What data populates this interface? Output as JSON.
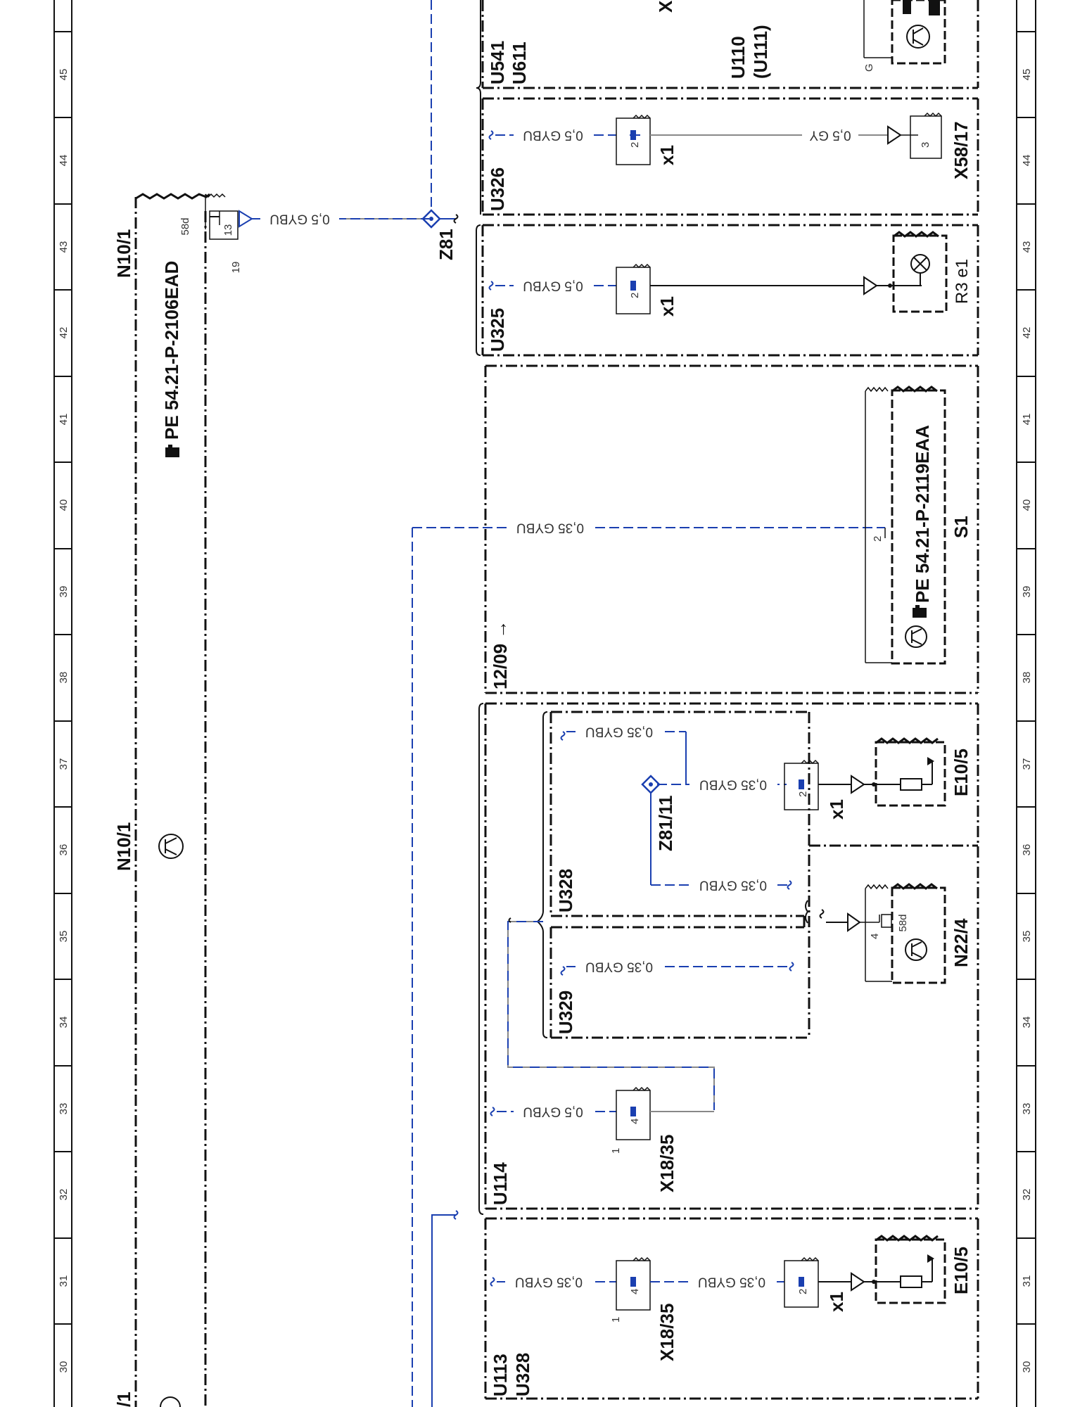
{
  "ruler": [
    "45",
    "44",
    "43",
    "42",
    "41",
    "40",
    "39",
    "38",
    "37",
    "36",
    "35",
    "34",
    "33",
    "32",
    "31",
    "30"
  ],
  "modules": {
    "n10_1_top": "N10/1",
    "n10_1_top_ref": "PE  54.21-P-2106EAD",
    "n10_1_mid": "N10/1",
    "n10_1_bottom": "/1",
    "s1": "S1",
    "s1_ref": "PE  54.21-P-2119EAA",
    "r3e1": "R3 e1",
    "x58_17": "X58/17",
    "e10_5_a": "E10/5",
    "e10_5_b": "E10/5",
    "n22_4": "N22/4",
    "z81": "Z81",
    "z81_11": "Z81/11"
  },
  "connectors": {
    "x1_a": "x1",
    "x1_b": "x1",
    "x1_c": "x1",
    "x1_d": "x1",
    "x18_35_a": "X18/35",
    "x18_35_b": "X18/35"
  },
  "variants": {
    "u541": "U541",
    "u611": "U611",
    "u110": "U110",
    "u111": "(U111)",
    "u326": "U326",
    "u325": "U325",
    "u328_a": "U328",
    "u329": "U329",
    "u114": "U114",
    "u113": "U113",
    "u328_b": "U328",
    "date": "12/09 →",
    "x_partial": "X",
    "g": "G"
  },
  "wires": {
    "w_gybu_05": "0,5 GYBU",
    "w_gybu_035": "0,35 GYBU",
    "w_gy_05": "0,5 GY"
  },
  "pins": {
    "p58d": "58d",
    "p13": "13",
    "p19": "19",
    "p2": "2",
    "p3": "3",
    "p4": "4",
    "p1": "1"
  },
  "colors": {
    "blue": "#1a3fb0",
    "gray": "#888888",
    "black": "#111111"
  }
}
